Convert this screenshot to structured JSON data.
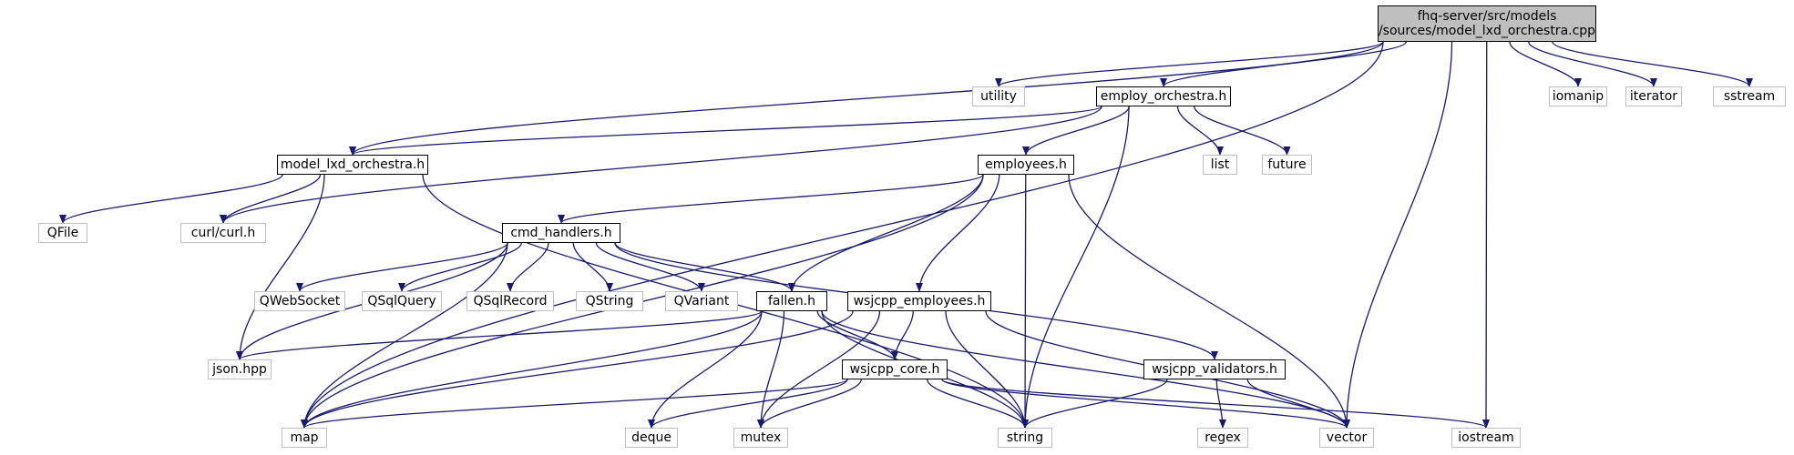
{
  "graph": {
    "edge_color": "#191970",
    "root_fill": "#bfbfbf",
    "system_border": "#bfbfbf",
    "nodes": [
      {
        "id": "root",
        "kind": "root",
        "line1": "fhq-server/src/models",
        "line2": "/sources/model_lxd_orchestra.cpp"
      },
      {
        "id": "utility",
        "kind": "system",
        "label": "utility"
      },
      {
        "id": "employ_orchestra_h",
        "kind": "local",
        "label": "employ_orchestra.h"
      },
      {
        "id": "iomanip",
        "kind": "system",
        "label": "iomanip"
      },
      {
        "id": "iterator",
        "kind": "system",
        "label": "iterator"
      },
      {
        "id": "sstream",
        "kind": "system",
        "label": "sstream"
      },
      {
        "id": "model_lxd_orchestra_h",
        "kind": "local",
        "label": "model_lxd_orchestra.h"
      },
      {
        "id": "employees_h",
        "kind": "local",
        "label": "employees.h"
      },
      {
        "id": "list",
        "kind": "system",
        "label": "list"
      },
      {
        "id": "future",
        "kind": "system",
        "label": "future"
      },
      {
        "id": "QFile",
        "kind": "system",
        "label": "QFile"
      },
      {
        "id": "curl",
        "kind": "system",
        "label": "curl/curl.h"
      },
      {
        "id": "cmd_handlers_h",
        "kind": "local",
        "label": "cmd_handlers.h"
      },
      {
        "id": "QWebSocket",
        "kind": "system",
        "label": "QWebSocket"
      },
      {
        "id": "QSqlQuery",
        "kind": "system",
        "label": "QSqlQuery"
      },
      {
        "id": "QSqlRecord",
        "kind": "system",
        "label": "QSqlRecord"
      },
      {
        "id": "QString",
        "kind": "system",
        "label": "QString"
      },
      {
        "id": "QVariant",
        "kind": "system",
        "label": "QVariant"
      },
      {
        "id": "fallen_h",
        "kind": "local",
        "label": "fallen.h"
      },
      {
        "id": "wsjcpp_employees_h",
        "kind": "local",
        "label": "wsjcpp_employees.h"
      },
      {
        "id": "json_hpp",
        "kind": "system",
        "label": "json.hpp"
      },
      {
        "id": "wsjcpp_core_h",
        "kind": "local",
        "label": "wsjcpp_core.h"
      },
      {
        "id": "wsjcpp_validators_h",
        "kind": "local",
        "label": "wsjcpp_validators.h"
      },
      {
        "id": "map",
        "kind": "system",
        "label": "map"
      },
      {
        "id": "deque",
        "kind": "system",
        "label": "deque"
      },
      {
        "id": "mutex",
        "kind": "system",
        "label": "mutex"
      },
      {
        "id": "string",
        "kind": "system",
        "label": "string"
      },
      {
        "id": "vector",
        "kind": "system",
        "label": "vector"
      },
      {
        "id": "regex",
        "kind": "system",
        "label": "regex"
      },
      {
        "id": "iostream",
        "kind": "system",
        "label": "iostream"
      }
    ],
    "edges": [
      [
        "root",
        "utility"
      ],
      [
        "root",
        "employ_orchestra_h"
      ],
      [
        "root",
        "iomanip"
      ],
      [
        "root",
        "iterator"
      ],
      [
        "root",
        "sstream"
      ],
      [
        "root",
        "model_lxd_orchestra_h"
      ],
      [
        "root",
        "map"
      ],
      [
        "root",
        "vector"
      ],
      [
        "root",
        "iostream"
      ],
      [
        "employ_orchestra_h",
        "model_lxd_orchestra_h"
      ],
      [
        "employ_orchestra_h",
        "employees_h"
      ],
      [
        "employ_orchestra_h",
        "list"
      ],
      [
        "employ_orchestra_h",
        "future"
      ],
      [
        "employ_orchestra_h",
        "curl"
      ],
      [
        "employ_orchestra_h",
        "string"
      ],
      [
        "model_lxd_orchestra_h",
        "QFile"
      ],
      [
        "model_lxd_orchestra_h",
        "curl"
      ],
      [
        "model_lxd_orchestra_h",
        "json_hpp"
      ],
      [
        "model_lxd_orchestra_h",
        "string"
      ],
      [
        "employees_h",
        "cmd_handlers_h"
      ],
      [
        "employees_h",
        "fallen_h"
      ],
      [
        "employees_h",
        "wsjcpp_employees_h"
      ],
      [
        "employees_h",
        "map"
      ],
      [
        "employees_h",
        "string"
      ],
      [
        "employees_h",
        "vector"
      ],
      [
        "cmd_handlers_h",
        "QWebSocket"
      ],
      [
        "cmd_handlers_h",
        "QSqlQuery"
      ],
      [
        "cmd_handlers_h",
        "QSqlRecord"
      ],
      [
        "cmd_handlers_h",
        "QString"
      ],
      [
        "cmd_handlers_h",
        "QVariant"
      ],
      [
        "cmd_handlers_h",
        "fallen_h"
      ],
      [
        "cmd_handlers_h",
        "json_hpp"
      ],
      [
        "cmd_handlers_h",
        "map"
      ],
      [
        "cmd_handlers_h",
        "wsjcpp_validators_h"
      ],
      [
        "fallen_h",
        "json_hpp"
      ],
      [
        "fallen_h",
        "map"
      ],
      [
        "fallen_h",
        "deque"
      ],
      [
        "fallen_h",
        "mutex"
      ],
      [
        "fallen_h",
        "string"
      ],
      [
        "fallen_h",
        "wsjcpp_core_h"
      ],
      [
        "fallen_h",
        "vector"
      ],
      [
        "wsjcpp_employees_h",
        "wsjcpp_core_h"
      ],
      [
        "wsjcpp_employees_h",
        "map"
      ],
      [
        "wsjcpp_employees_h",
        "mutex"
      ],
      [
        "wsjcpp_employees_h",
        "string"
      ],
      [
        "wsjcpp_employees_h",
        "vector"
      ],
      [
        "wsjcpp_core_h",
        "map"
      ],
      [
        "wsjcpp_core_h",
        "deque"
      ],
      [
        "wsjcpp_core_h",
        "mutex"
      ],
      [
        "wsjcpp_core_h",
        "string"
      ],
      [
        "wsjcpp_core_h",
        "vector"
      ],
      [
        "wsjcpp_core_h",
        "iostream"
      ],
      [
        "wsjcpp_validators_h",
        "string"
      ],
      [
        "wsjcpp_validators_h",
        "regex"
      ],
      [
        "wsjcpp_validators_h",
        "vector"
      ]
    ]
  }
}
